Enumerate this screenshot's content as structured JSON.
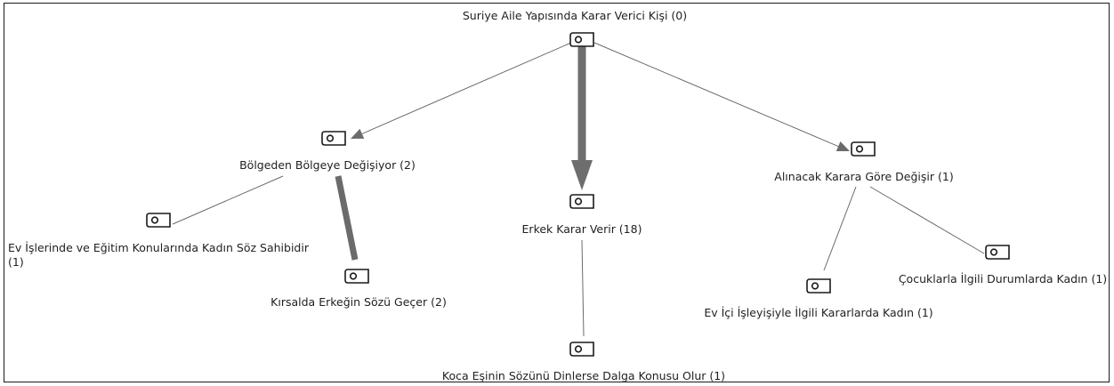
{
  "diagram": {
    "nodes": [
      {
        "id": "root",
        "lines": [
          "Suriye Aile Yapısında Karar Verici Kişi (0)"
        ]
      },
      {
        "id": "bolge",
        "lines": [
          "Bölgeden Bölgeye Değişiyor (2)"
        ]
      },
      {
        "id": "erkek",
        "lines": [
          "Erkek Karar Verir (18)"
        ]
      },
      {
        "id": "alin",
        "lines": [
          "Alınacak Karara Göre Değişir (1)"
        ]
      },
      {
        "id": "evis",
        "lines": [
          "Ev İşlerinde ve Eğitim Konularında Kadın Söz Sahibidir",
          "(1)"
        ]
      },
      {
        "id": "kirsal",
        "lines": [
          "Kırsalda Erkeğin Sözü Geçer (2)"
        ]
      },
      {
        "id": "koca",
        "lines": [
          "Koca Eşinin Sözünü Dinlerse Dalga Konusu Olur (1)"
        ]
      },
      {
        "id": "evici",
        "lines": [
          "Ev İçi İşleyişiyle İlgili Kararlarda Kadın (1)"
        ]
      },
      {
        "id": "cocuk",
        "lines": [
          "Çocuklarla İlgili Durumlarda Kadın (1)"
        ]
      }
    ],
    "edges": [
      {
        "from": "root",
        "to": "bolge",
        "arrow": true,
        "weight": "thin"
      },
      {
        "from": "root",
        "to": "erkek",
        "arrow": true,
        "weight": "heavy"
      },
      {
        "from": "root",
        "to": "alin",
        "arrow": true,
        "weight": "thin"
      },
      {
        "from": "bolge",
        "to": "evis",
        "arrow": false,
        "weight": "thin"
      },
      {
        "from": "bolge",
        "to": "kirsal",
        "arrow": false,
        "weight": "medium"
      },
      {
        "from": "erkek",
        "to": "koca",
        "arrow": false,
        "weight": "thin"
      },
      {
        "from": "alin",
        "to": "evici",
        "arrow": false,
        "weight": "thin"
      },
      {
        "from": "alin",
        "to": "cocuk",
        "arrow": false,
        "weight": "thin"
      }
    ],
    "colors": {
      "edge": "#6b6b6b",
      "heavy_edge": "#6e6e6e",
      "icon_stroke": "#1a1a1a",
      "text": "#1f1f1f",
      "border": "#1a1a1a"
    }
  }
}
